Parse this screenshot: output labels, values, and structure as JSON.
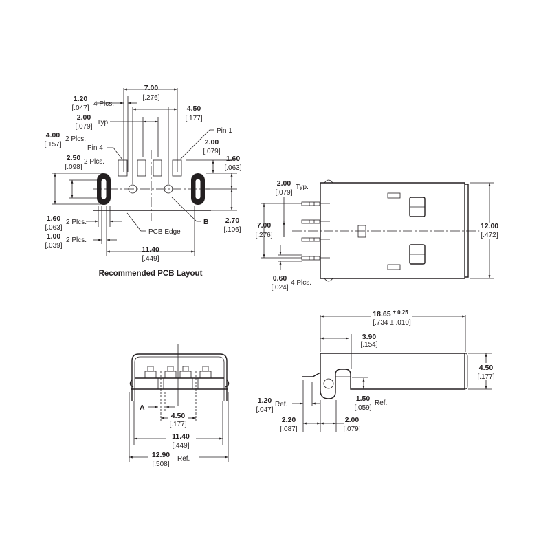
{
  "pcb_layout": {
    "title": "Recommended PCB Layout",
    "pad_width": {
      "mm": "1.20",
      "in": "[.047]",
      "note": "4 Plcs."
    },
    "outer_pin_span": {
      "mm": "7.00",
      "in": "[.276]"
    },
    "hole_span": {
      "mm": "4.50",
      "in": "[.177]"
    },
    "pin_pitch": {
      "mm": "2.00",
      "in": "[.079]",
      "note": "Typ."
    },
    "pin1_label": "Pin 1",
    "pad_length": {
      "mm": "2.00",
      "in": "[.079]"
    },
    "slot_length": {
      "mm": "4.00",
      "in": "[.157]",
      "note": "2 Plcs."
    },
    "pin4_label": "Pin 4",
    "slot_inner_length": {
      "mm": "2.50",
      "in": "[.098]",
      "note": "2 Plcs."
    },
    "pad_to_center": {
      "mm": "1.60",
      "in": "[.063]"
    },
    "slot_width": {
      "mm": "1.60",
      "in": "[.063]",
      "note": "2 Plcs."
    },
    "center_to_edge": {
      "mm": "2.70",
      "in": "[.106]"
    },
    "pcb_edge_label": "PCB Edge",
    "hole_label": "B",
    "slot_inner_width": {
      "mm": "1.00",
      "in": "[.039]",
      "note": "2 Plcs."
    },
    "slot_span": {
      "mm": "11.40",
      "in": "[.449]"
    }
  },
  "top_view": {
    "pin_pitch": {
      "mm": "2.00",
      "in": "[.079]",
      "note": "Typ."
    },
    "outer_pin_span": {
      "mm": "7.00",
      "in": "[.276]"
    },
    "pin_width": {
      "mm": "0.60",
      "in": "[.024]",
      "note": "4 Plcs."
    },
    "body_width": {
      "mm": "12.00",
      "in": "[.472]"
    }
  },
  "front_view": {
    "a_label": "A",
    "hole_span": {
      "mm": "4.50",
      "in": "[.177]"
    },
    "leg_span": {
      "mm": "11.40",
      "in": "[.449]"
    },
    "overall_width": {
      "mm": "12.90",
      "in": "[.508]",
      "note": "Ref."
    }
  },
  "side_view": {
    "overall_length": {
      "mm": "18.65",
      "tol": "± 0.25",
      "in": "[.734 ± .010]"
    },
    "peg_offset": {
      "mm": "3.90",
      "in": "[.154]"
    },
    "height": {
      "mm": "4.50",
      "in": "[.177]"
    },
    "lead_offset": {
      "mm": "1.20",
      "in": "[.047]",
      "note": "Ref."
    },
    "standoff": {
      "mm": "1.50",
      "in": "[.059]",
      "note": "Ref."
    },
    "lead_length": {
      "mm": "2.20",
      "in": "[.087]"
    },
    "peg_width": {
      "mm": "2.00",
      "in": "[.079]"
    }
  }
}
